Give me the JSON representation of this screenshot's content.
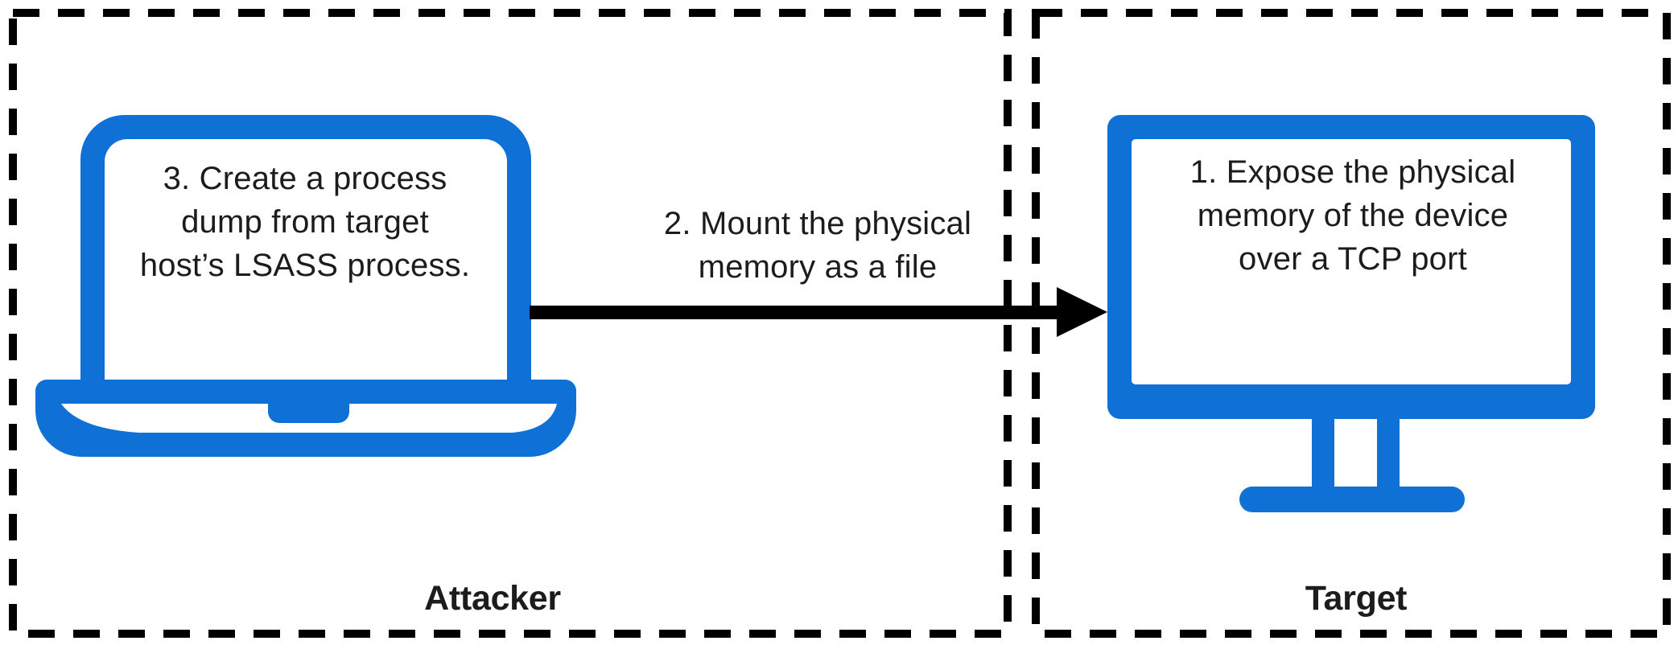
{
  "diagram": {
    "colors": {
      "background": "#ffffff",
      "blue": "#0f70d6",
      "line": "#000000",
      "ink": "#1c1c1c"
    },
    "zones": {
      "attacker": {
        "label": "Attacker",
        "device_icon": "laptop-icon",
        "step_lines": [
          "3. Create a process",
          "dump from target",
          "host’s LSASS process."
        ],
        "step_text": "3. Create a process dump from target host’s LSASS process."
      },
      "target": {
        "label": "Target",
        "device_icon": "monitor-icon",
        "step_lines": [
          "1. Expose the physical",
          "memory of the device",
          "over a TCP port"
        ],
        "step_text": "1. Expose the physical memory of the device over a TCP port"
      }
    },
    "connection": {
      "icon": "arrow-right-icon",
      "from": "Attacker",
      "to": "Target",
      "label_lines": [
        "2. Mount the physical",
        "memory as a file"
      ],
      "label_text": "2. Mount the physical memory as a file"
    }
  }
}
